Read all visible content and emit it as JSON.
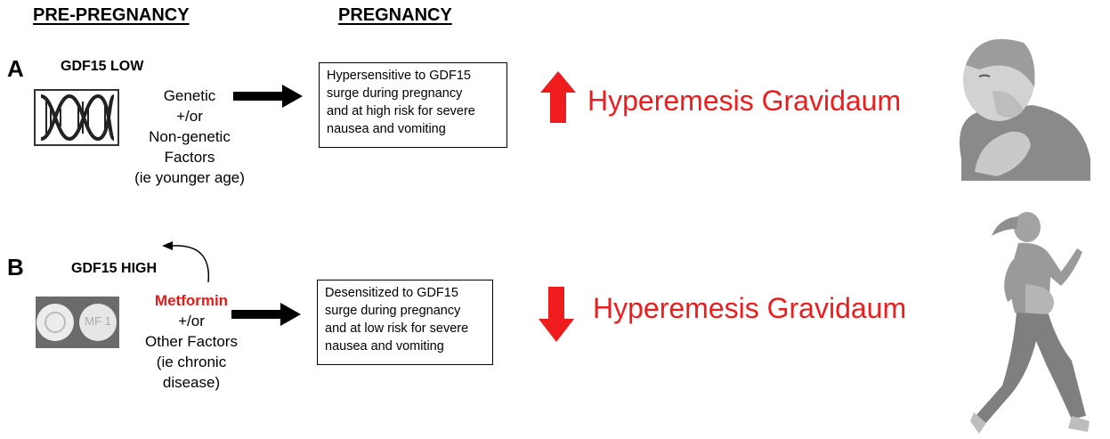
{
  "headers": {
    "pre_pregnancy": "PRE-PREGNANCY",
    "pregnancy": "PREGNANCY"
  },
  "panel_a": {
    "letter": "A",
    "gdf15_label": "GDF15 LOW",
    "factors": [
      "Genetic",
      "+/or",
      "Non-genetic",
      "Factors",
      "(ie younger age)"
    ],
    "box_lines": [
      "Hypersensitive to GDF15",
      "surge during pregnancy",
      "and at high risk for severe",
      "nausea and vomiting"
    ],
    "outcome": "Hyperemesis Gravidaum",
    "outcome_direction": "up",
    "icon": "dna-icon",
    "figure": "nauseous-woman-figure"
  },
  "panel_b": {
    "letter": "B",
    "gdf15_label": "GDF15 HIGH",
    "factors_highlight": "Metformin",
    "factors": [
      "+/or",
      "Other Factors",
      "(ie chronic",
      "disease)"
    ],
    "box_lines": [
      "Desensitized to GDF15",
      "surge during pregnancy",
      "and at low risk for severe",
      "nausea and vomiting"
    ],
    "outcome": "Hyperemesis Gravidaum",
    "outcome_direction": "down",
    "pill_text": "MF 1",
    "icon": "metformin-pill-icon",
    "figure": "running-pregnant-woman-figure"
  },
  "colors": {
    "accent_red": "#ee1c1c",
    "arrow_black": "#000000",
    "figure_gray": "#9a9a9a"
  }
}
